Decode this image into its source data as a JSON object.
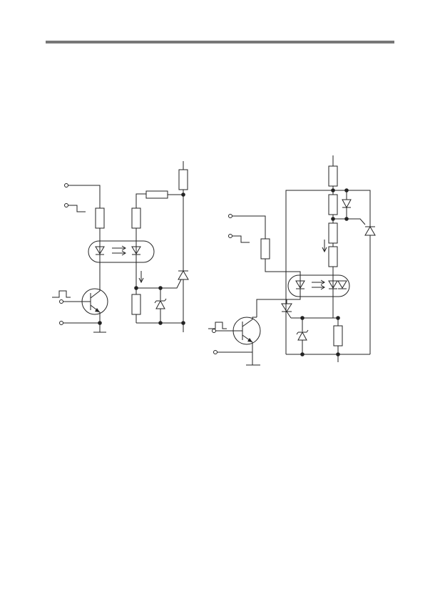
{
  "page": {
    "background": "#ffffff",
    "header_bar_color": "#777777",
    "line_color": "#222222"
  },
  "figures": [
    {
      "id": "left-circuit",
      "components": [
        "input-terminal",
        "input-terminal",
        "ground-symbol",
        "pulse-symbol",
        "npn-transistor",
        "resistor",
        "resistor",
        "resistor",
        "resistor",
        "fuse",
        "optocoupler",
        "zener-diode",
        "thyristor",
        "current-arrow"
      ]
    },
    {
      "id": "right-circuit",
      "components": [
        "input-terminal",
        "input-terminal",
        "ground-symbol",
        "pulse-symbol",
        "npn-transistor",
        "resistor",
        "resistor",
        "resistor",
        "resistor",
        "resistor",
        "diode",
        "zener-diode",
        "optocoupler",
        "thyristor",
        "thyristor",
        "current-arrow"
      ]
    }
  ]
}
